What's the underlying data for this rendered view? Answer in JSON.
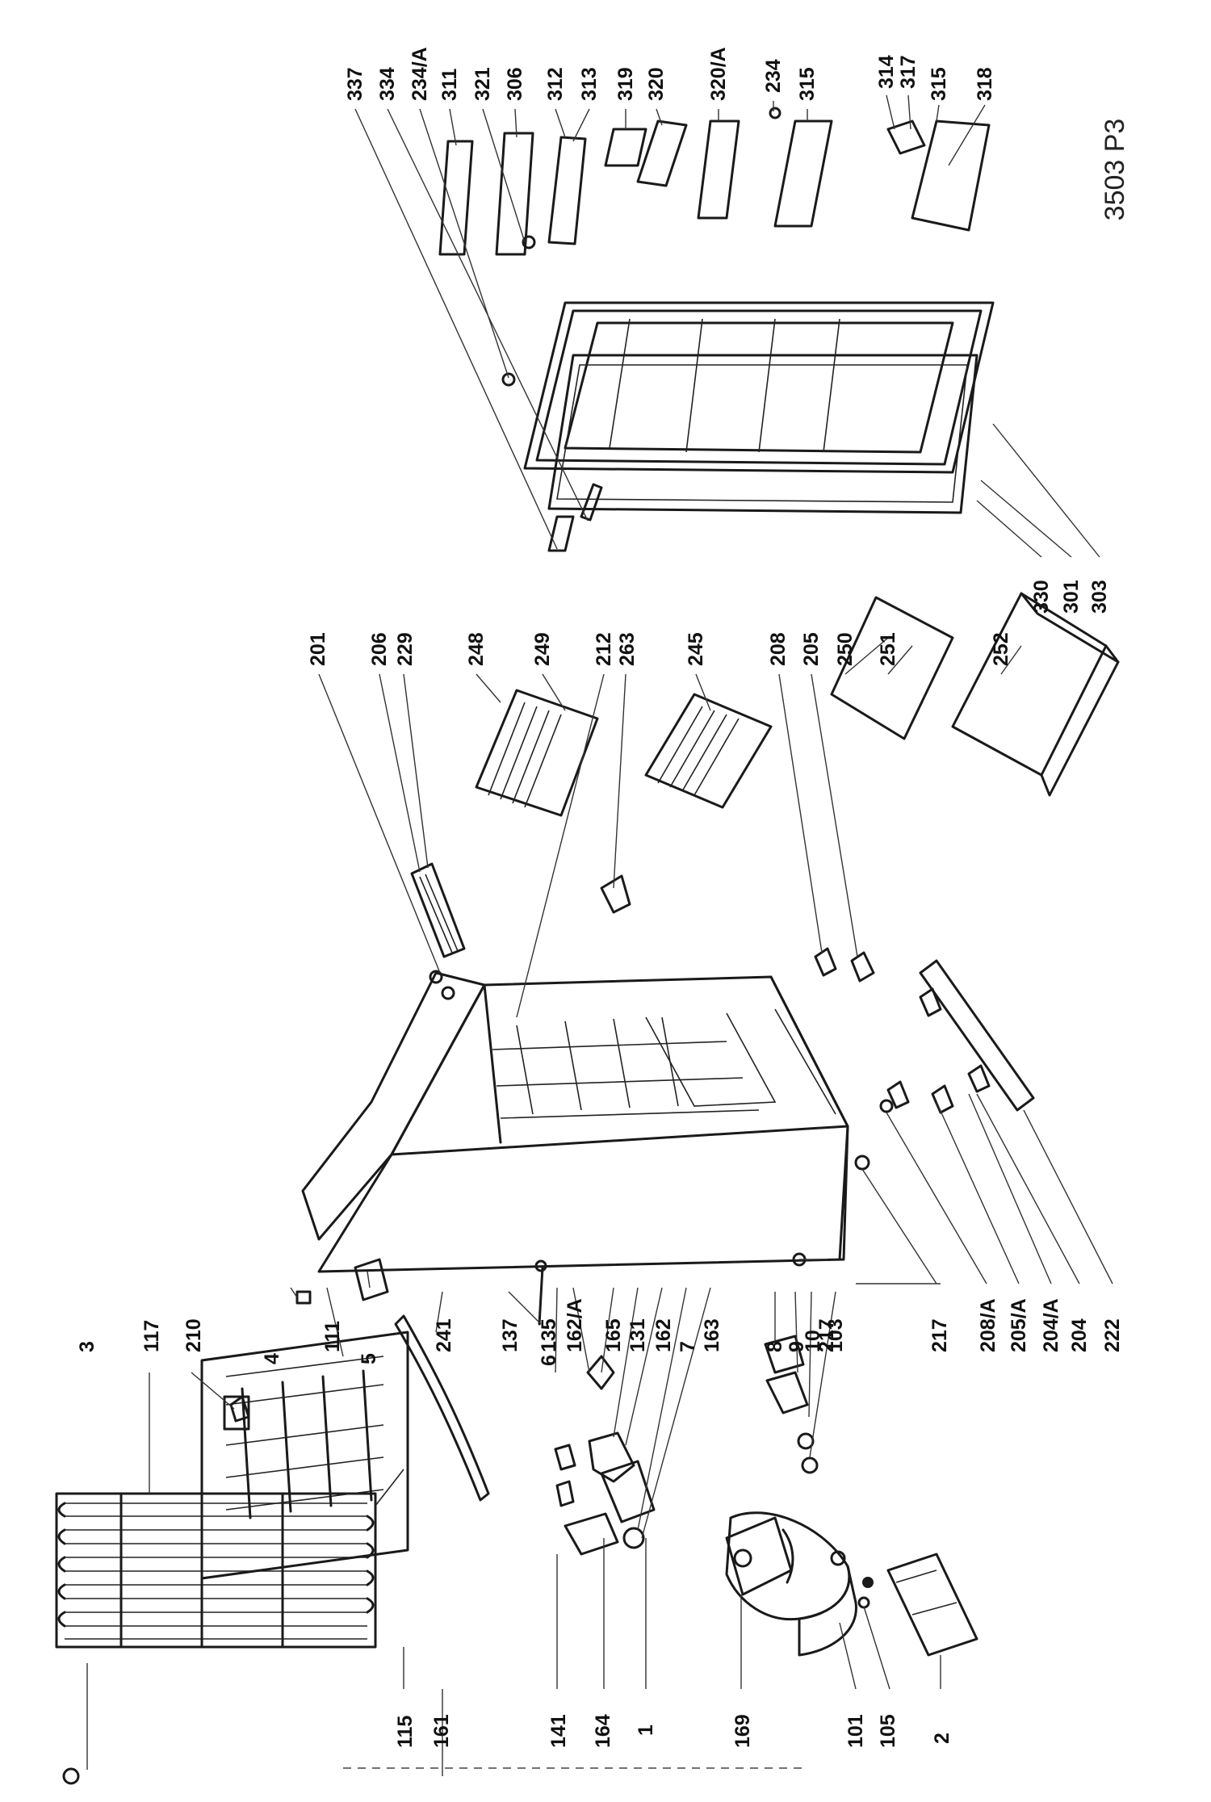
{
  "drawing_code": "3503 P3",
  "callouts": [
    "3",
    "117",
    "210",
    "111",
    "4",
    "5",
    "241",
    "137",
    "135",
    "6",
    "162/A",
    "165",
    "131",
    "162",
    "7",
    "163",
    "8",
    "9",
    "10",
    "103",
    "115",
    "161",
    "141",
    "164",
    "1",
    "169",
    "101",
    "105",
    "2",
    "217",
    "217",
    "208/A",
    "205/A",
    "204/A",
    "204",
    "222",
    "201",
    "206",
    "229",
    "248",
    "249",
    "212",
    "263",
    "245",
    "208",
    "205",
    "250",
    "251",
    "252",
    "337",
    "334",
    "234/A",
    "311",
    "321",
    "306",
    "312",
    "313",
    "319",
    "320",
    "320/A",
    "234",
    "315",
    "314",
    "317",
    "315",
    "318",
    "330",
    "301",
    "303"
  ]
}
